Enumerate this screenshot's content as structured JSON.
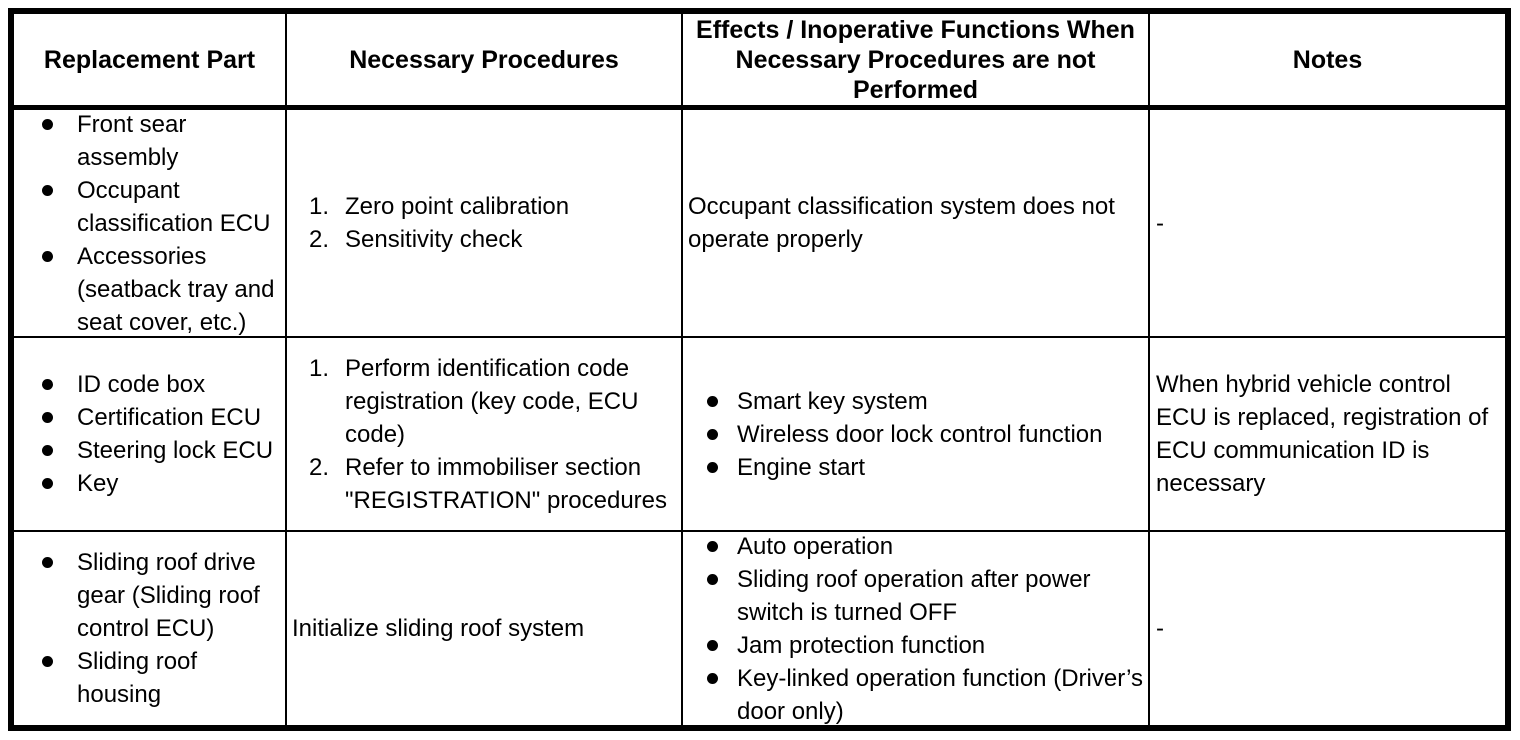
{
  "page": {
    "background": "#ffffff",
    "border_color": "#000000",
    "text_color": "#000000"
  },
  "table": {
    "headers": [
      {
        "label": "Replacement Part"
      },
      {
        "label": "Necessary Procedures"
      },
      {
        "label": "Effects / Inoperative Functions When Necessary Procedures are not Performed"
      },
      {
        "label": "Notes"
      }
    ],
    "rows": [
      {
        "replacement_parts": {
          "style": "bullets",
          "items": [
            "Front sear assembly",
            "Occupant classification ECU",
            "Accessories (seatback tray and seat cover, etc.)"
          ]
        },
        "procedures": {
          "style": "numbered",
          "items": [
            "Zero point calibration",
            "Sensitivity check"
          ]
        },
        "effects": {
          "style": "text",
          "text": "Occupant classification system does not operate properly"
        },
        "notes": {
          "style": "text",
          "text": "-"
        }
      },
      {
        "replacement_parts": {
          "style": "bullets",
          "items": [
            "ID code box",
            "Certification ECU",
            "Steering lock ECU",
            "Key"
          ]
        },
        "procedures": {
          "style": "numbered",
          "items": [
            "Perform identification code registration (key code, ECU code)",
            "Refer to immobiliser section \"REGISTRATION\" procedures"
          ]
        },
        "effects": {
          "style": "bullets",
          "items": [
            "Smart key system",
            "Wireless door lock control function",
            "Engine start"
          ]
        },
        "notes": {
          "style": "text",
          "text": "When hybrid vehicle control ECU is replaced, registration of ECU communication ID is necessary"
        }
      },
      {
        "replacement_parts": {
          "style": "bullets",
          "items": [
            "Sliding roof drive gear (Sliding roof control ECU)",
            "Sliding roof housing"
          ]
        },
        "procedures": {
          "style": "text",
          "text": "Initialize sliding roof system"
        },
        "effects": {
          "style": "bullets",
          "items": [
            "Auto operation",
            "Sliding roof operation after power switch is turned OFF",
            "Jam protection function",
            "Key-linked operation function (Driver’s door only)"
          ]
        },
        "notes": {
          "style": "text",
          "text": "-"
        }
      }
    ]
  }
}
